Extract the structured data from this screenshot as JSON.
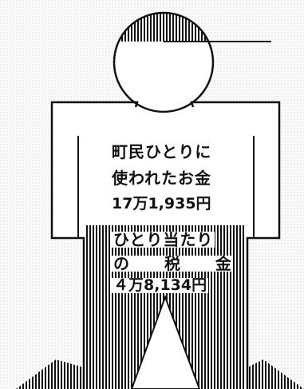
{
  "figure": {
    "labels": {
      "total_line1": "町民ひとりに",
      "total_line2": "使われたお金",
      "total_value": "17万1,935円",
      "tax_line1": "ひとり当たり",
      "tax_line2_a": "の",
      "tax_line2_b": "税",
      "tax_line2_c": "金",
      "tax_value": "４万8,134円"
    }
  },
  "colors": {
    "ink": "#111111",
    "background": "#ffffff",
    "halftone": "#b8b8b8"
  }
}
